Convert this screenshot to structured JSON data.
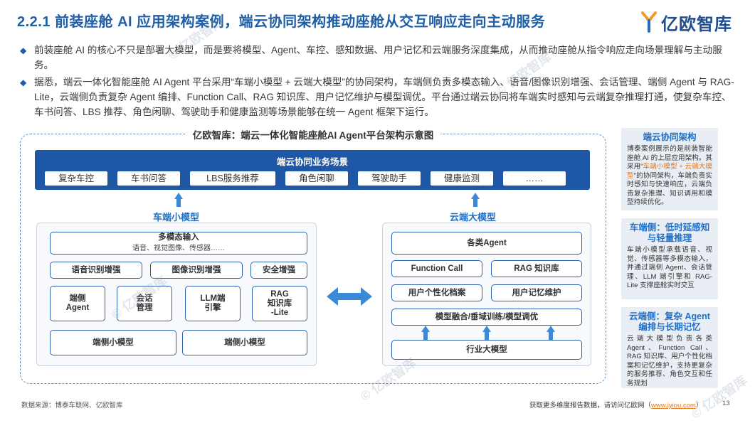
{
  "title": "2.2.1 前装座舱 AI 应用架构案例，端云协同架构推动座舱从交互响应走向主动服务",
  "logo": {
    "text": "亿欧智库"
  },
  "bullets": [
    "前装座舱 AI 的核心不只是部署大模型，而是要将模型、Agent、车控、感知数据、用户记忆和云端服务深度集成，从而推动座舱从指令响应走向场景理解与主动服务。",
    "据悉，端云一体化智能座舱 AI Agent 平台采用“车端小模型 + 云端大模型”的协同架构，车端侧负责多模态输入、语音/图像识别增强、会话管理、端侧 Agent 与 RAG-Lite，云端侧负责复杂 Agent 编排、Function Call、RAG 知识库、用户记忆维护与模型调优。平台通过端云协同将车端实时感知与云端复杂推理打通，使复杂车控、车书问答、LBS 推荐、角色闲聊、驾驶助手和健康监测等场景能够在统一 Agent 框架下运行。"
  ],
  "diagram": {
    "title": "亿欧智库：端云一体化智能座舱AI Agent平台架构示意图",
    "scene_title": "端云协同业务场景",
    "scenes": [
      "复杂车控",
      "车书问答",
      "LBS服务推荐",
      "角色闲聊",
      "驾驶助手",
      "健康监测",
      "……"
    ],
    "vehicle_label": "车端小模型",
    "cloud_label": "云端大模型",
    "vehicle": {
      "multimodal": "多模态输入",
      "multimodal_sub": "语音、视觉图像、传感器……",
      "speech": "语音识别增强",
      "image": "图像识别增强",
      "security": "安全增强",
      "agent": "端侧\nAgent",
      "session": "会话\n管理",
      "llm": "LLM端\n引擎",
      "rag": "RAG\n知识库\n-Lite",
      "small_model_1": "端侧小模型",
      "small_model_2": "端侧小模型"
    },
    "cloud": {
      "agents": "各类Agent",
      "function_call": "Function Call",
      "rag": "RAG 知识库",
      "profile": "用户个性化档案",
      "memory": "用户记忆维护",
      "fusion": "模型融合/垂域训练/模型调优",
      "industry": "行业大模型"
    }
  },
  "notes": [
    {
      "title": "端云协同架构",
      "body_pre": "博泰案例展示的是前装智能座舱 AI 的上层应用架构。其采用“",
      "body_hl": "车端小模型 + 云端大模型",
      "body_post": "”的协同架构，车端负责实时感知与快速响应，云端负责复杂推理、知识调用和模型持续优化。"
    },
    {
      "title": "车端侧：低时延感知与轻量推理",
      "body": "车端小模型承载语音、视觉、传感器等多模态输入，并通过端侧 Agent、会话管理、LLM 端引擎和 RAG-Lite 支撑座舱实时交互"
    },
    {
      "title": "云端侧：复杂 Agent 编排与长期记忆",
      "body": "云端大模型负责各类 Agent、Function Call、RAG 知识库、用户个性化档案和记忆维护，支持更复杂的服务推荐、角色交互和任务规划"
    }
  ],
  "footer": {
    "source": "数据来源：博泰车联网、亿欧智库",
    "more": "获取更多维度报告数据，请访问亿欧网（",
    "link": "www.iyiou.com",
    "more_end": "）",
    "page": "13"
  },
  "colors": {
    "primary": "#1e57a6",
    "accent": "#1f6fc8",
    "highlight": "#e07820"
  }
}
